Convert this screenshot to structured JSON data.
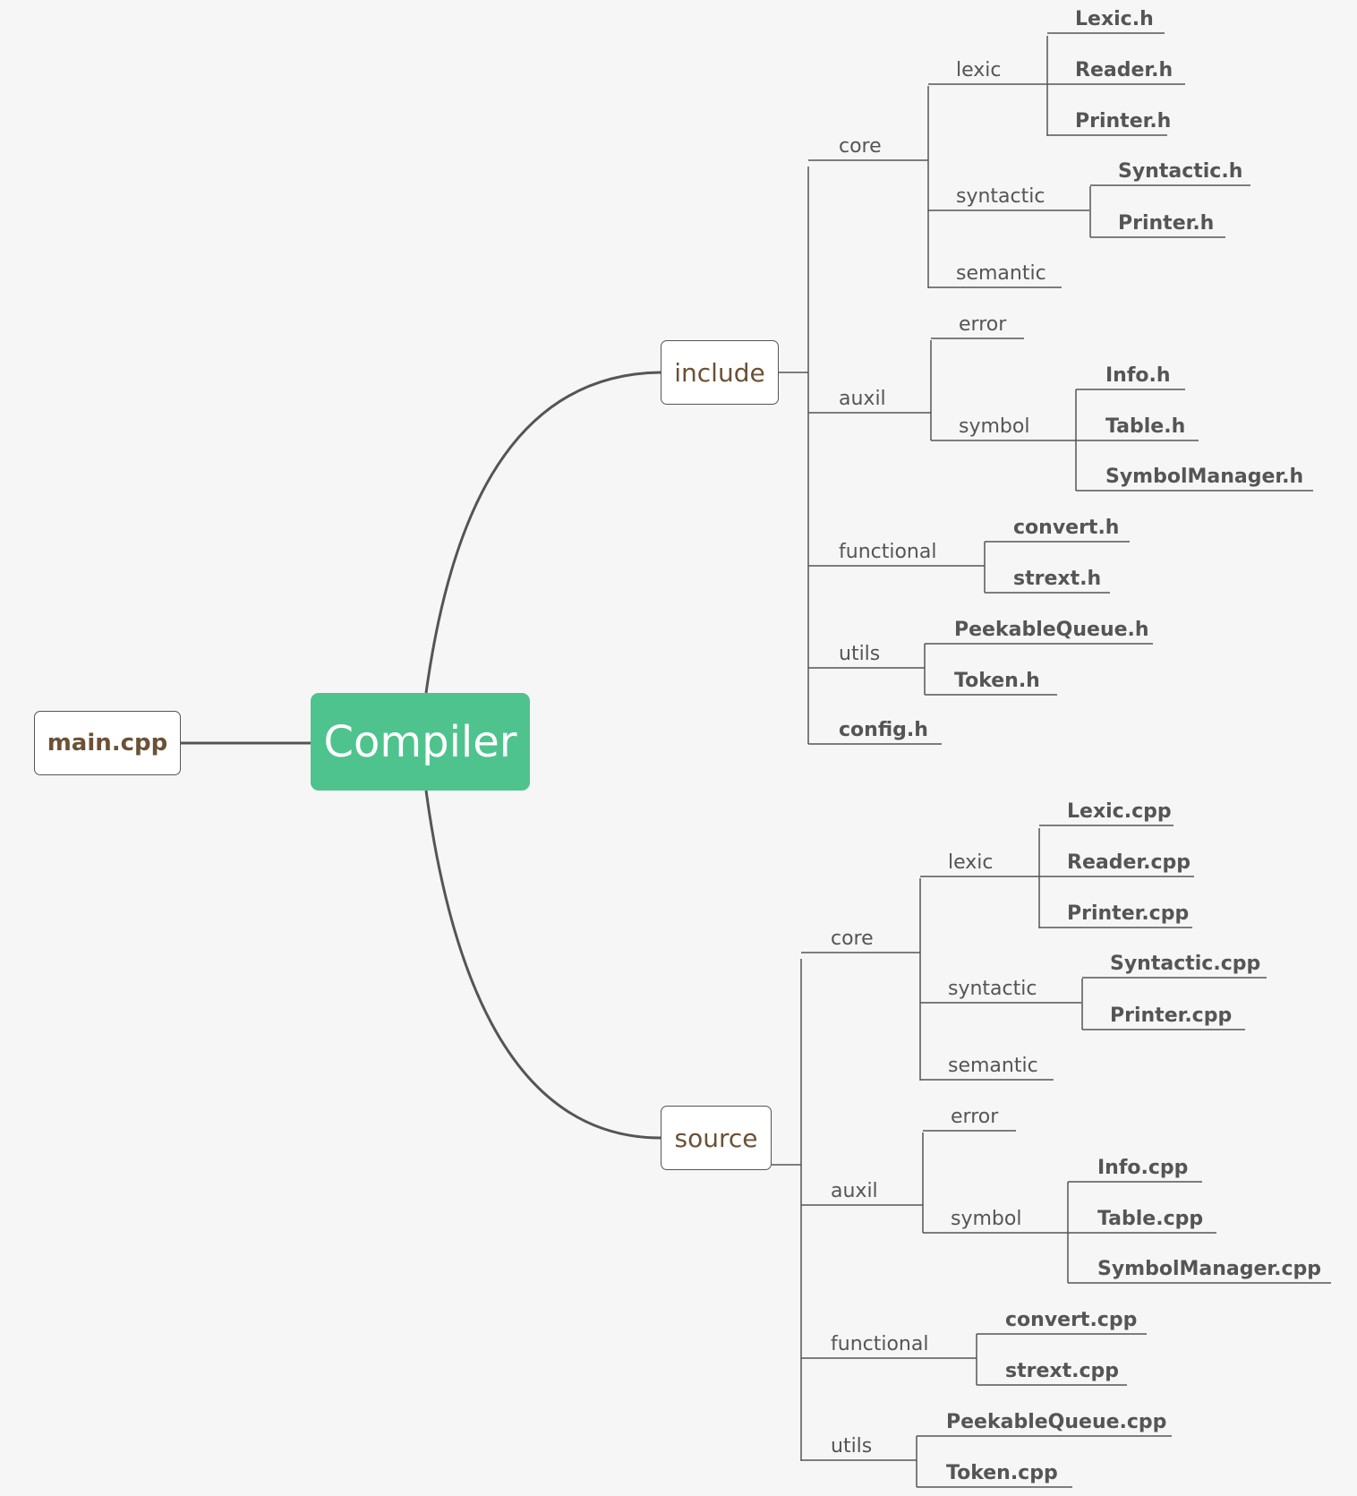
{
  "root": "Compiler",
  "main": "main.cpp",
  "colors": {
    "root_fill": "#4fc38d",
    "line": "#555555",
    "branch_text": "#6b5136",
    "leaf_text": "#555555",
    "background": "#f6f6f6"
  },
  "include": {
    "label": "include",
    "core": "core",
    "lexic": "lexic",
    "lexic_files": [
      "Lexic.h",
      "Reader.h",
      "Printer.h"
    ],
    "syntactic": "syntactic",
    "syntactic_files": [
      "Syntactic.h",
      "Printer.h"
    ],
    "semantic": "semantic",
    "auxil": "auxil",
    "error": "error",
    "symbol": "symbol",
    "symbol_files": [
      "Info.h",
      "Table.h",
      "SymbolManager.h"
    ],
    "functional": "functional",
    "functional_files": [
      "convert.h",
      "strext.h"
    ],
    "utils": "utils",
    "utils_files": [
      "PeekableQueue.h",
      "Token.h"
    ],
    "config": "config.h"
  },
  "source": {
    "label": "source",
    "core": "core",
    "lexic": "lexic",
    "lexic_files": [
      "Lexic.cpp",
      "Reader.cpp",
      "Printer.cpp"
    ],
    "syntactic": "syntactic",
    "syntactic_files": [
      "Syntactic.cpp",
      "Printer.cpp"
    ],
    "semantic": "semantic",
    "auxil": "auxil",
    "error": "error",
    "symbol": "symbol",
    "symbol_files": [
      "Info.cpp",
      "Table.cpp",
      "SymbolManager.cpp"
    ],
    "functional": "functional",
    "functional_files": [
      "convert.cpp",
      "strext.cpp"
    ],
    "utils": "utils",
    "utils_files": [
      "PeekableQueue.cpp",
      "Token.cpp"
    ]
  }
}
